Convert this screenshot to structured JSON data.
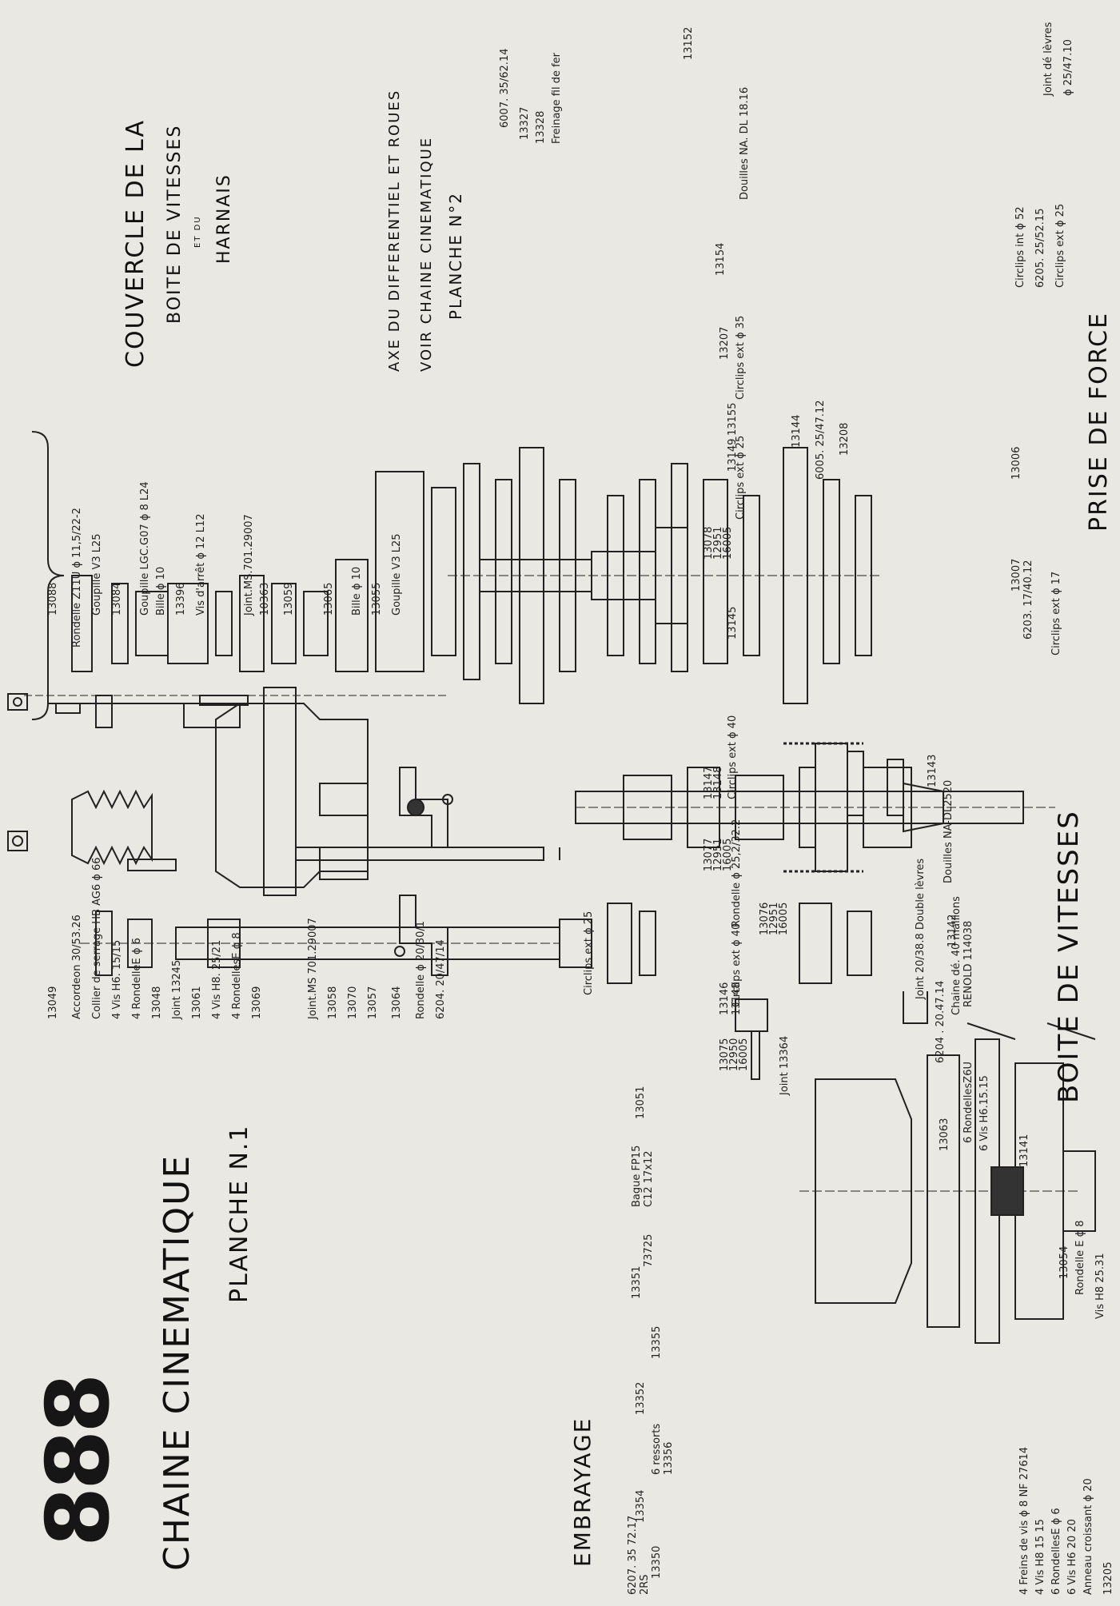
{
  "header": {
    "model": "888",
    "title": "CHAINE CINEMATIQUE",
    "plate": "PLANCHE N.1"
  },
  "sections": {
    "cover": "COUVERCLE DE LA",
    "cover2": "BOITE DE VITESSES",
    "cover_et": "ET DU",
    "cover3": "HARNAIS",
    "axe": "AXE DU DIFFERENTIEL ET ROUES",
    "axe2": "VOIR CHAINE CINEMATIQUE",
    "axe3": "PLANCHE N°2",
    "embrayage": "EMBRAYAGE",
    "boite": "BOITE DE VITESSES",
    "prise": "PRISE DE FORCE"
  },
  "labels": [
    {
      "id": "l1",
      "text": "13049"
    },
    {
      "id": "l2",
      "text": "Accordeon 30/53.26"
    },
    {
      "id": "l3",
      "text": "Collier de serrage HB AG6 ϕ 66"
    },
    {
      "id": "l4",
      "text": "4 Vis H6. 15/15"
    },
    {
      "id": "l5",
      "text": "4 RondelleE ϕ 6"
    },
    {
      "id": "l6",
      "text": "13048"
    },
    {
      "id": "l7",
      "text": "Joint 13245"
    },
    {
      "id": "l8",
      "text": "13061"
    },
    {
      "id": "l9",
      "text": "4 Vis H8. 25/21"
    },
    {
      "id": "l10",
      "text": "4 RondellesE ϕ 8"
    },
    {
      "id": "l11",
      "text": "13069"
    },
    {
      "id": "l12",
      "text": "Joint.MS 701.29007"
    },
    {
      "id": "l13",
      "text": "13058"
    },
    {
      "id": "l14",
      "text": "13070"
    },
    {
      "id": "l15",
      "text": "13057"
    },
    {
      "id": "l16",
      "text": "13064"
    },
    {
      "id": "l17",
      "text": "Rondelle ϕ 20/30/1"
    },
    {
      "id": "l18",
      "text": "6204. 20/47/14"
    },
    {
      "id": "l19",
      "text": "13088"
    },
    {
      "id": "l20",
      "text": "Rondelle Z11U ϕ 11,5/22-2"
    },
    {
      "id": "l21",
      "text": "Goupille V3 L25"
    },
    {
      "id": "l22",
      "text": "13084"
    },
    {
      "id": "l23",
      "text": "Goupille LGC.G07 ϕ 8 L24"
    },
    {
      "id": "l24",
      "text": "Bille ϕ 10"
    },
    {
      "id": "l25",
      "text": "13396"
    },
    {
      "id": "l26",
      "text": "Vis d'arrêt ϕ 12 L12"
    },
    {
      "id": "l27",
      "text": "Joint.MS.701.29007"
    },
    {
      "id": "l28",
      "text": "10363"
    },
    {
      "id": "l29",
      "text": "13059"
    },
    {
      "id": "l30",
      "text": "13065"
    },
    {
      "id": "l31",
      "text": "Bille ϕ 10"
    },
    {
      "id": "l32",
      "text": "13055"
    },
    {
      "id": "l33",
      "text": "Goupille V3 L25"
    },
    {
      "id": "l34",
      "text": "6007. 35/62.14"
    },
    {
      "id": "l35",
      "text": "13327"
    },
    {
      "id": "l36",
      "text": "13328"
    },
    {
      "id": "l37",
      "text": "Freinage fil de fer"
    },
    {
      "id": "l38",
      "text": "13152"
    },
    {
      "id": "l39",
      "text": "Douilles NA. DL 18.16"
    },
    {
      "id": "l40",
      "text": "13154"
    },
    {
      "id": "l41",
      "text": "13207"
    },
    {
      "id": "l42",
      "text": "Circlips ext ϕ 35"
    },
    {
      "id": "l43",
      "text": "13155"
    },
    {
      "id": "l44",
      "text": "13149"
    },
    {
      "id": "l45",
      "text": "13078"
    },
    {
      "id": "l46",
      "text": "12951"
    },
    {
      "id": "l47",
      "text": "16005"
    },
    {
      "id": "l48",
      "text": "Circlips ext ϕ 25"
    },
    {
      "id": "l49",
      "text": "13145"
    },
    {
      "id": "l50",
      "text": "13147"
    },
    {
      "id": "l51",
      "text": "13148"
    },
    {
      "id": "l52",
      "text": "Circlips ext ϕ 40"
    },
    {
      "id": "l53",
      "text": "13077"
    },
    {
      "id": "l54",
      "text": "12951"
    },
    {
      "id": "l55",
      "text": "16005"
    },
    {
      "id": "l56",
      "text": "Rondelle ϕ 25,2/32.2"
    },
    {
      "id": "l57",
      "text": "13076"
    },
    {
      "id": "l58",
      "text": "12951"
    },
    {
      "id": "l59",
      "text": "16005"
    },
    {
      "id": "l60",
      "text": "Circlips ext ϕ 40"
    },
    {
      "id": "l61",
      "text": "13146"
    },
    {
      "id": "l62",
      "text": "13148"
    },
    {
      "id": "l63",
      "text": "Circlips ext ϕ 25"
    },
    {
      "id": "l64",
      "text": "13075"
    },
    {
      "id": "l65",
      "text": "12950"
    },
    {
      "id": "l66",
      "text": "16005"
    },
    {
      "id": "l67",
      "text": "Joint 13364"
    },
    {
      "id": "l68",
      "text": "13144"
    },
    {
      "id": "l69",
      "text": "6005. 25/47.12"
    },
    {
      "id": "l70",
      "text": "13208"
    },
    {
      "id": "l71",
      "text": "13143"
    },
    {
      "id": "l72",
      "text": "Douilles NA-DL2520"
    },
    {
      "id": "l73",
      "text": "13142"
    },
    {
      "id": "l74",
      "text": "Joint 20/38.8 Double lèvres"
    },
    {
      "id": "l75",
      "text": "Chaine dé. 40 maillons"
    },
    {
      "id": "l76",
      "text": "RENOLD 114038"
    },
    {
      "id": "l77",
      "text": "6204 . 20.47.14"
    },
    {
      "id": "l78",
      "text": "6 RondellesZ6U"
    },
    {
      "id": "l79",
      "text": "6 Vis H6.15.15"
    },
    {
      "id": "l80",
      "text": "13063"
    },
    {
      "id": "l81",
      "text": "13007"
    },
    {
      "id": "l82",
      "text": "6203. 17/40.12"
    },
    {
      "id": "l83",
      "text": "Circlips ext ϕ 17"
    },
    {
      "id": "l84",
      "text": "13006"
    },
    {
      "id": "l85",
      "text": "Circlips int ϕ 52"
    },
    {
      "id": "l86",
      "text": "6205. 25/52.15"
    },
    {
      "id": "l87",
      "text": "Circlips ext ϕ 25"
    },
    {
      "id": "l88",
      "text": "Joint dé lèvres"
    },
    {
      "id": "l89",
      "text": "ϕ 25/47.10"
    },
    {
      "id": "l90",
      "text": "13141"
    },
    {
      "id": "l91",
      "text": "13054"
    },
    {
      "id": "l92",
      "text": "Rondelle E ϕ 8"
    },
    {
      "id": "l93",
      "text": "Vis H8 25.31"
    },
    {
      "id": "l94",
      "text": "Bague FP15"
    },
    {
      "id": "l95",
      "text": "C12 17x12"
    },
    {
      "id": "l96",
      "text": "13051"
    },
    {
      "id": "l97",
      "text": "73725"
    },
    {
      "id": "l98",
      "text": "13351"
    },
    {
      "id": "l99",
      "text": "13355"
    },
    {
      "id": "l100",
      "text": "13352"
    },
    {
      "id": "l101",
      "text": "6 ressorts"
    },
    {
      "id": "l102",
      "text": "13356"
    },
    {
      "id": "l103",
      "text": "13354"
    },
    {
      "id": "l104",
      "text": "13350"
    },
    {
      "id": "l105",
      "text": "6207. 35 72.17"
    },
    {
      "id": "l106",
      "text": "2RS"
    },
    {
      "id": "l107",
      "text": "4 Freins de vis ϕ 8 NF 27614"
    },
    {
      "id": "l108",
      "text": "4 Vis H8  15 15"
    },
    {
      "id": "l109",
      "text": "6 RondellesE ϕ 6"
    },
    {
      "id": "l110",
      "text": "6 Vis H6 20 20"
    },
    {
      "id": "l111",
      "text": "Anneau croissant ϕ 20"
    },
    {
      "id": "l112",
      "text": "13205"
    }
  ]
}
